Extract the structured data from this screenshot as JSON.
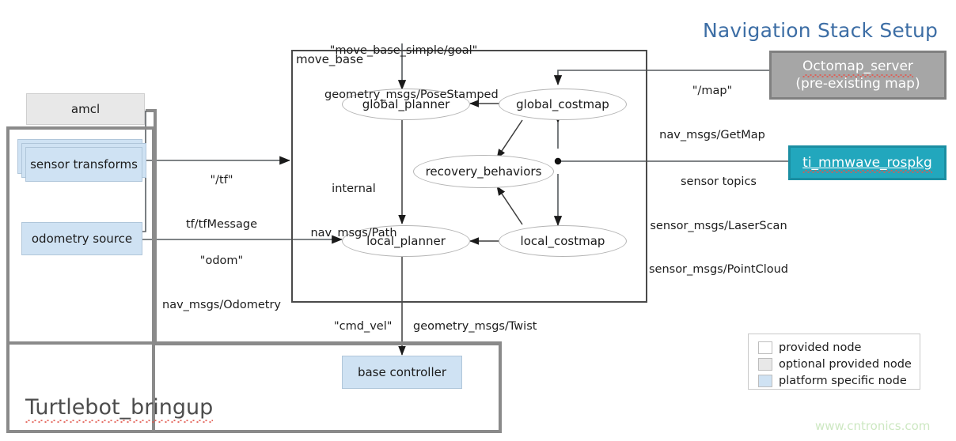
{
  "title": "Navigation Stack Setup",
  "frames": {
    "move_base": "move_base",
    "turtlebot_bringup": "Turtlebot_bringup"
  },
  "nodes": {
    "amcl": "amcl",
    "sensor_transforms": "sensor transforms",
    "odometry_source": "odometry source",
    "base_controller": "base controller",
    "global_planner": "global_planner",
    "global_costmap": "global_costmap",
    "recovery_behaviors": "recovery_behaviors",
    "local_planner": "local_planner",
    "local_costmap": "local_costmap",
    "octomap_server_line1": "Octomap_server",
    "octomap_server_line2": "(pre-existing  map)",
    "ti_mmwave": "ti_mmwave_rospkg"
  },
  "edges": {
    "goal_topic": "\"move_base_simple/goal\"",
    "goal_type": "geometry_msgs/PoseStamped",
    "map_topic": "\"/map\"",
    "map_type": "nav_msgs/GetMap",
    "tf_topic": "\"/tf\"",
    "tf_type": "tf/tfMessage",
    "odom_topic": "\"odom\"",
    "odom_type": "nav_msgs/Odometry",
    "internal": "internal",
    "internal_type": "nav_msgs/Path",
    "sensor_topics": "sensor topics",
    "sensor_type1": "sensor_msgs/LaserScan",
    "sensor_type2": "sensor_msgs/PointCloud",
    "cmd_vel_topic": "\"cmd_vel\"",
    "cmd_vel_type": "geometry_msgs/Twist"
  },
  "legend": {
    "items": [
      {
        "label": "provided node",
        "color": "#ffffff"
      },
      {
        "label": "optional provided node",
        "color": "#e8e8e8"
      },
      {
        "label": "platform specific node",
        "color": "#cfe2f3"
      }
    ]
  },
  "watermark": "www.cntronics.com",
  "colors": {
    "title": "#3d6ea5",
    "platform_node": "#cfe2f3",
    "optional_node": "#e8e8e8",
    "octomap": "#a6a6a6",
    "mmwave": "#22a7bd",
    "watermark": "#cde8c2"
  }
}
